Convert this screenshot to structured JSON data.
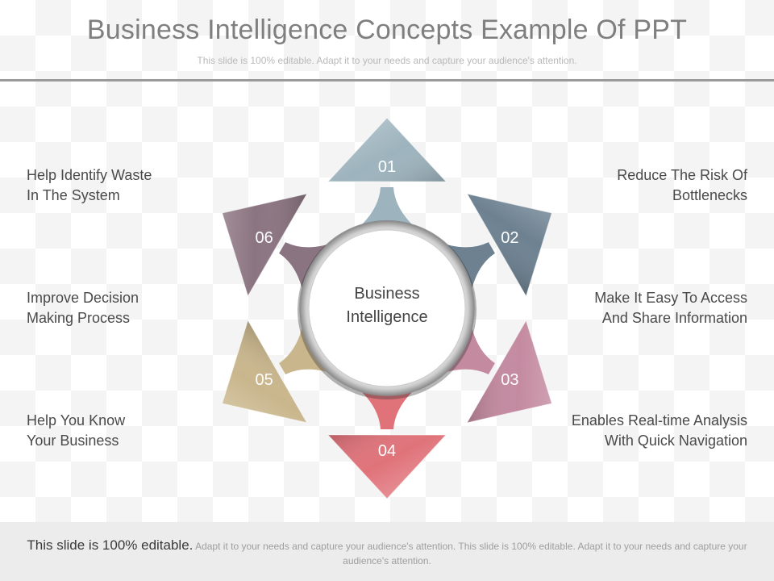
{
  "header": {
    "title": "Business Intelligence Concepts Example Of PPT",
    "subtitle": "This slide is 100% editable. Adapt it to your needs and capture your audience's attention."
  },
  "diagram": {
    "center_line1": "Business",
    "center_line2": "Intelligence",
    "arrows": [
      {
        "number": "01",
        "color": "#9db3bd",
        "angle_deg": 0
      },
      {
        "number": "02",
        "color": "#6d8191",
        "angle_deg": 60
      },
      {
        "number": "03",
        "color": "#c48aa0",
        "angle_deg": 120
      },
      {
        "number": "04",
        "color": "#e0737a",
        "angle_deg": 180
      },
      {
        "number": "05",
        "color": "#c9b68c",
        "angle_deg": 240
      },
      {
        "number": "06",
        "color": "#8b7481",
        "angle_deg": 300
      }
    ]
  },
  "labels": {
    "l1": {
      "line1": "Help Identify Waste",
      "line2": "In The System"
    },
    "l2": {
      "line1": "Improve Decision",
      "line2": "Making Process"
    },
    "l3": {
      "line1": "Help You Know",
      "line2": "Your Business"
    },
    "r1": {
      "line1": "Reduce The Risk Of",
      "line2": "Bottlenecks"
    },
    "r2": {
      "line1": "Make It Easy To Access",
      "line2": "And Share Information"
    },
    "r3": {
      "line1": "Enables Real-time Analysis",
      "line2": "With Quick Navigation"
    }
  },
  "footer": {
    "lead": "This slide is 100% editable.",
    "text": "Adapt it to your needs and capture your audience's attention. This slide is 100% editable. Adapt it to your needs and capture your audience's attention."
  }
}
